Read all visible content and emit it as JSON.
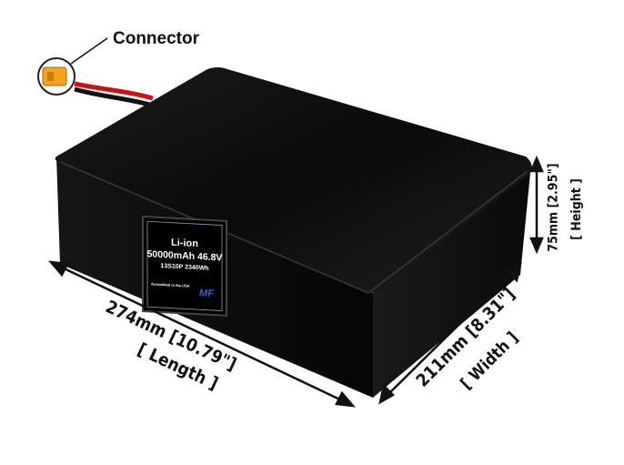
{
  "callout": {
    "connector": "Connector"
  },
  "label": {
    "chemistry": "Li-ion",
    "capacity_voltage": "50000mAh 46.8V",
    "config_energy": "13S10P 2340Wh",
    "origin": "Assembled in the USA",
    "brand": "MF"
  },
  "dimensions": {
    "length": "274mm  [10.79\"]",
    "length_caption": "[ Length ]",
    "width": "211mm [8.31\"]",
    "width_caption": "[ Width ]",
    "height": "75mm [2.95\"]",
    "height_caption": "[ Height ]"
  },
  "colors": {
    "connector": "#f5a21b",
    "case": "#0b0b0b",
    "wire_red": "#d01010"
  }
}
